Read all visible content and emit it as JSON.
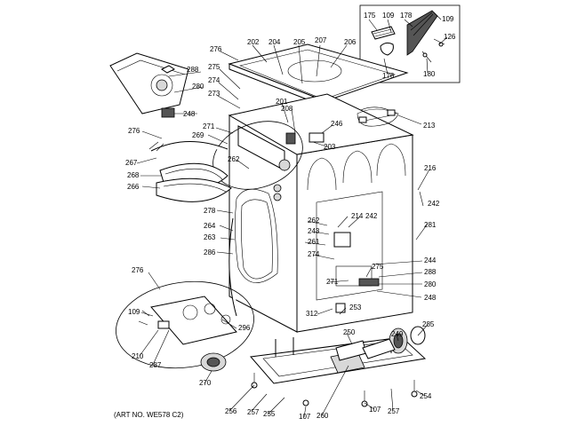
{
  "art_number": "(ART NO. WE578 C2)",
  "callouts": {
    "inset": [
      "175",
      "109",
      "178",
      "109",
      "126",
      "176",
      "180"
    ],
    "top": [
      "202",
      "204",
      "205",
      "207",
      "206",
      "276",
      "275",
      "274",
      "273",
      "201",
      "208",
      "288",
      "280",
      "248",
      "271",
      "276",
      "269"
    ],
    "left": [
      "267",
      "262",
      "268",
      "266",
      "278",
      "264",
      "263",
      "286"
    ],
    "right": [
      "213",
      "246",
      "203",
      "216",
      "242",
      "281",
      "214",
      "242",
      "262",
      "243",
      "261",
      "274",
      "244",
      "275",
      "288",
      "280",
      "248",
      "271",
      "312",
      "253"
    ],
    "lower_left": [
      "276",
      "109",
      "210",
      "287",
      "296",
      "270"
    ],
    "bottom": [
      "250",
      "249",
      "285",
      "256",
      "257",
      "255",
      "107",
      "260",
      "107",
      "257",
      "254"
    ]
  }
}
